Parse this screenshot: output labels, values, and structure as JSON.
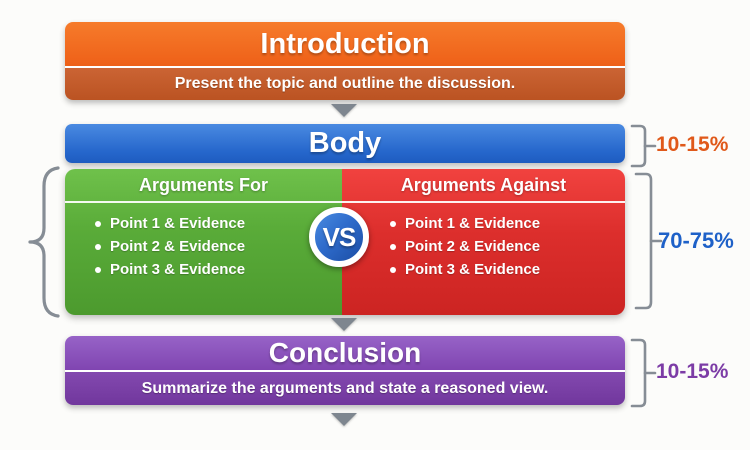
{
  "introduction": {
    "title": "Introduction",
    "subtitle": "Present the topic and outline the discussion."
  },
  "body": {
    "title": "Body",
    "percent_label": "10-15%"
  },
  "arguments": {
    "vs_label": "VS",
    "percent_label": "70-75%",
    "for": {
      "header": "Arguments For",
      "points": [
        "Point 1 & Evidence",
        "Point 2 & Evidence",
        "Point 3 & Evidence"
      ]
    },
    "against": {
      "header": "Arguments Against",
      "points": [
        "Point 1 & Evidence",
        "Point 2 & Evidence",
        "Point 3 & Evidence"
      ]
    }
  },
  "conclusion": {
    "title": "Conclusion",
    "subtitle": "Summarize the arguments and state a reasoned view.",
    "percent_label": "10-15%"
  },
  "colors": {
    "intro_orange": "#F1671E",
    "intro_orange_dark": "#C45A28",
    "body_blue": "#2F6FD3",
    "arguments_green": "#5CAE3A",
    "arguments_red": "#DE2F2D",
    "conclusion_purple": "#8A4FBC",
    "vs_blue": "#2B63C0",
    "label_orange": "#E0591A",
    "label_blue": "#1E61C8",
    "label_purple": "#7C3CA6",
    "arrow_gray": "#7E868F",
    "bracket_gray": "#868D95"
  }
}
